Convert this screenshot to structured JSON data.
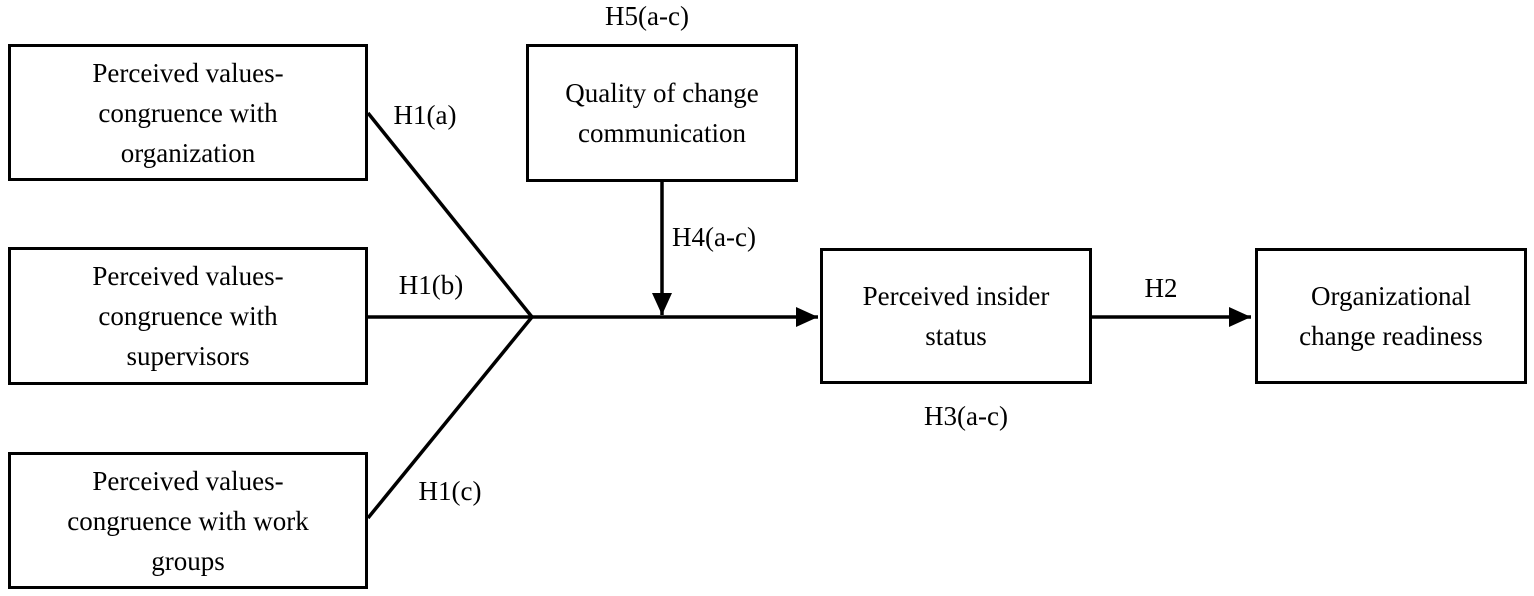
{
  "figure": {
    "type": "hypothesis-model-diagram",
    "background_color": "#ffffff",
    "line_color": "#000000"
  },
  "nodes": [
    {
      "id": "pvc-organization",
      "label": "Perceived values-\ncongruence with\norganization"
    },
    {
      "id": "pvc-supervisors",
      "label": "Perceived values-\ncongruence with\nsupervisors"
    },
    {
      "id": "pvc-work-groups",
      "label": "Perceived values-\ncongruence with work\ngroups"
    },
    {
      "id": "quality-change-communication",
      "label": "Quality of change\ncommunication"
    },
    {
      "id": "perceived-insider-status",
      "label": "Perceived insider\nstatus"
    },
    {
      "id": "organizational-change-readiness",
      "label": "Organizational\nchange readiness"
    }
  ],
  "edge_labels": [
    {
      "id": "h5",
      "text": "H5(a-c)"
    },
    {
      "id": "h1a",
      "text": "H1(a)"
    },
    {
      "id": "h1b",
      "text": "H1(b)"
    },
    {
      "id": "h1c",
      "text": "H1(c)"
    },
    {
      "id": "h4",
      "text": "H4(a-c)"
    },
    {
      "id": "h3",
      "text": "H3(a-c)"
    },
    {
      "id": "h2",
      "text": "H2"
    }
  ]
}
